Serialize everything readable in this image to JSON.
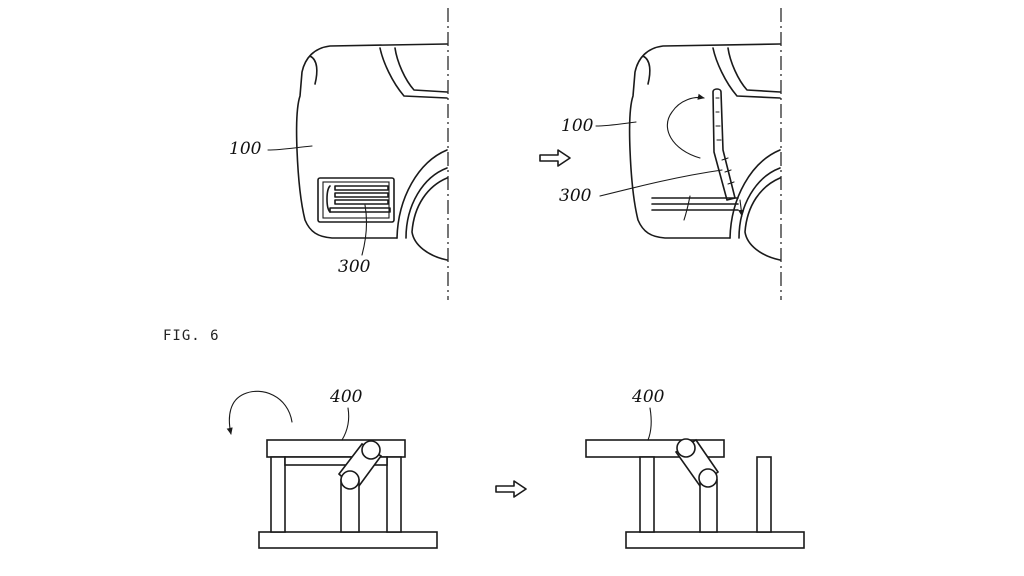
{
  "upper_left": {
    "vehicle_ref": "100",
    "seat_ref": "300"
  },
  "upper_right": {
    "vehicle_ref": "100",
    "seat_ref": "300"
  },
  "figure_label": "FIG. 6",
  "lower_left": {
    "part_ref": "400"
  },
  "lower_right": {
    "part_ref": "400"
  },
  "icons": {
    "transition_arrow": "hollow-right-arrow-icon",
    "rotation_arrow": "curved-rotation-arrow-icon"
  }
}
